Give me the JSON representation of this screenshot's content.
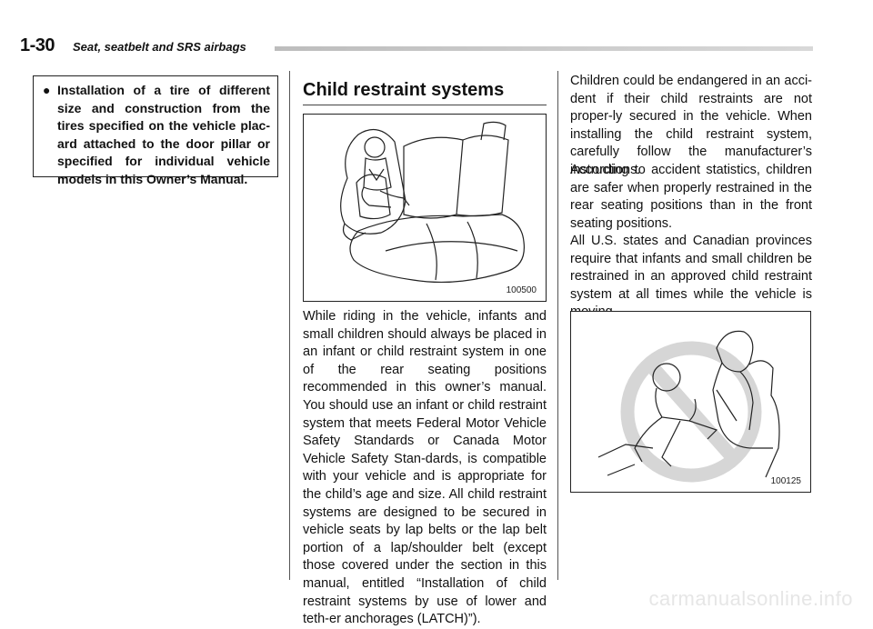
{
  "header": {
    "page_number": "1-30",
    "section": "Seat, seatbelt and SRS airbags"
  },
  "warning_box": {
    "bullet": "●",
    "text": "Installation of a tire of different size and construction from the tires specified on the vehicle plac-ard attached to the door pillar or specified for individual vehicle models in this Owner’s Manual."
  },
  "section_heading": "Child restraint systems",
  "figures": {
    "seat_figure_code": "100500",
    "mother_child_figure_code": "100125"
  },
  "paragraphs": {
    "middle": "While riding in the vehicle, infants and small children should always be placed in an infant or child restraint system in one of the rear seating positions recommended in this owner’s manual. You should use an infant or child restraint system that meets Federal Motor Vehicle Safety Standards or Canada Motor Vehicle Safety Stan-dards, is compatible with your vehicle and is appropriate for the child’s age and size. All child restraint systems are designed to be secured in vehicle seats by lap belts or the lap belt portion of a lap/shoulder belt (except those covered under the section in this manual, entitled “Installation of child restraint systems by use of lower and teth-er anchorages (LATCH)”).",
    "right_1": "Children could be endangered in an acci-dent if their child restraints are not proper-ly secured in the vehicle. When installing the child restraint system, carefully follow the manufacturer’s instructions.",
    "right_2": "According to accident statistics, children are safer when properly restrained in the rear seating positions than in the front seating positions.",
    "right_3": "All U.S. states and Canadian provinces require that infants and small children be restrained in an approved child restraint system at all times while the vehicle is moving."
  },
  "watermark": "carmanualsonline.info"
}
